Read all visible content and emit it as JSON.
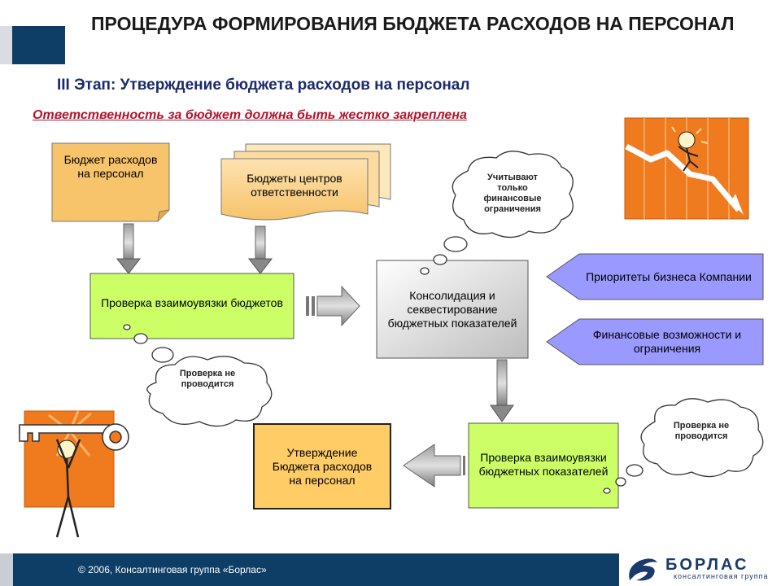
{
  "header": {
    "title": "ПРОЦЕДУРА ФОРМИРОВАНИЯ БЮДЖЕТА РАСХОДОВ НА ПЕРСОНАЛ",
    "stage": "III Этап: Утверждение бюджета расходов на персонал",
    "responsibility": "Ответственность за бюджет должна быть жестко закреплена"
  },
  "nodes": {
    "budget_personnel": "Бюджет расходов на персонал",
    "budget_centers": "Бюджеты центров ответственности",
    "check_links": "Проверка взаимоувязки бюджетов",
    "consolidation": "Консолидация и секвестирование бюджетных показателей",
    "priorities": "Приоритеты бизнеса Компании",
    "financial": "Финансовые возможности и ограничения",
    "check_indicators": "Проверка взаимоувязки бюджетных показателей",
    "approval": "Утверждение Бюджета расходов на персонал"
  },
  "clouds": {
    "finance_only": "Учитывают только финансовые ограничения",
    "no_check_left": "Проверка не проводится",
    "no_check_right": "Проверка не проводится"
  },
  "colors": {
    "orange_note": "#f8c46b",
    "green_box": "#ccff66",
    "gray_box": "#d6d6d6",
    "purple_arrow": "#9999ff",
    "approval_box": "#ffcc66",
    "orange_panel": "#f07a1e",
    "footer": "#0e3d66"
  },
  "footer": {
    "copyright": "© 2006, Консалтинговая группа «Борлас»",
    "logo": "БОРЛАС",
    "logo_sub": "консалтинговая группа"
  }
}
